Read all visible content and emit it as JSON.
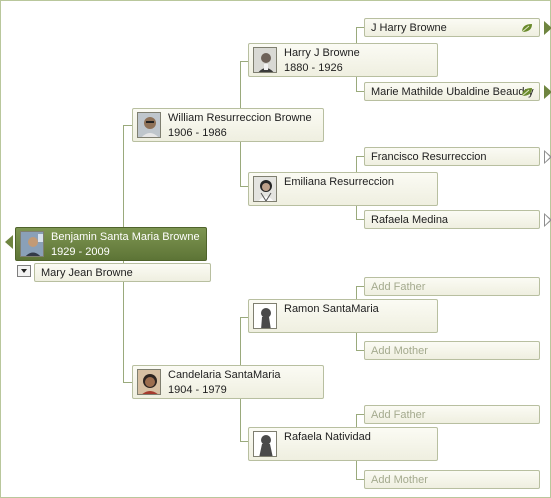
{
  "colors": {
    "accent": "#6f8540",
    "selected_box": "#6b8240",
    "line": "#9aaa7c"
  },
  "root": {
    "name": "Benjamin Santa Maria Browne",
    "dates": "1929 - 2009"
  },
  "spouse": {
    "name": "Mary Jean Browne"
  },
  "father": {
    "name": "William Resurreccion Browne",
    "dates": "1906 - 1986"
  },
  "mother": {
    "name": "Candelaria SantaMaria",
    "dates": "1904 - 1979"
  },
  "pat_grandfather": {
    "name": "Harry J Browne",
    "dates": "1880 - 1926"
  },
  "pat_grandmother": {
    "name": "Emiliana Resurreccion",
    "dates": ""
  },
  "mat_grandfather": {
    "name": "Ramon SantaMaria",
    "dates": ""
  },
  "mat_grandmother": {
    "name": "Rafaela Natividad",
    "dates": ""
  },
  "great": {
    "g1": "J Harry Browne",
    "g2": "Marie Mathilde Ubaldine Beaudry",
    "g3": "Francisco Resurreccion",
    "g4": "Rafaela Medina",
    "g5": "Add Father",
    "g6": "Add Mother",
    "g7": "Add Father",
    "g8": "Add Mother"
  },
  "icons": {
    "hint": "leaf-icon",
    "expand": "expand-arrow-icon",
    "back": "back-arrow-icon",
    "dropdown": "dropdown-icon"
  }
}
